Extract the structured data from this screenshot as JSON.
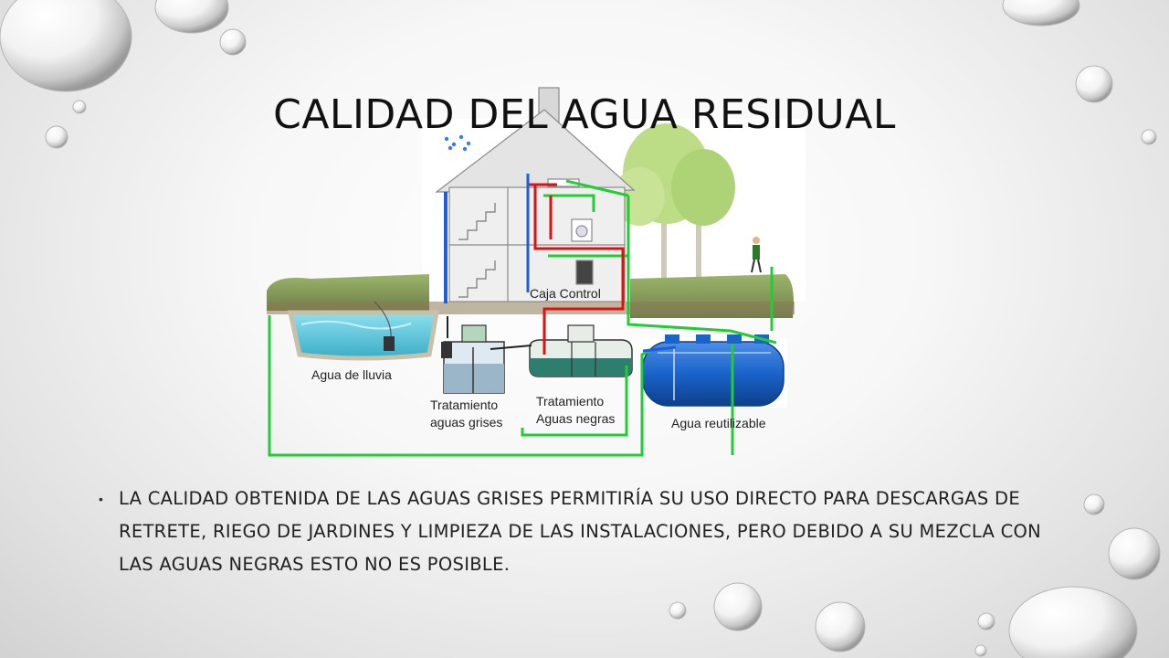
{
  "slide": {
    "title": "CALIDAD DEL AGUA RESIDUAL",
    "diagram_labels": {
      "control_box": "Caja Control",
      "rain_water": "Agua de lluvia",
      "grey_treatment_l1": "Tratamiento",
      "grey_treatment_l2": "aguas grises",
      "black_treatment_l1": "Tratamiento",
      "black_treatment_l2": "Aguas negras",
      "reusable_water": "Agua reutilizable"
    },
    "bullets": [
      "La calidad obtenida de las aguas grises permitiría su uso directo para descargas de retrete, riego de jardines y limpieza de las instalaciones, pero debido a su mezcla con las aguas negras esto no es posible."
    ]
  },
  "colors": {
    "green_pipe": "#22cc33",
    "red_pipe": "#dd1111",
    "blue_pipe": "#1f5fd6",
    "tank_blue": "#1a63c9",
    "pool_water": "#56c3d8",
    "grass": "#8aa35a",
    "soil": "#8c7a55"
  }
}
